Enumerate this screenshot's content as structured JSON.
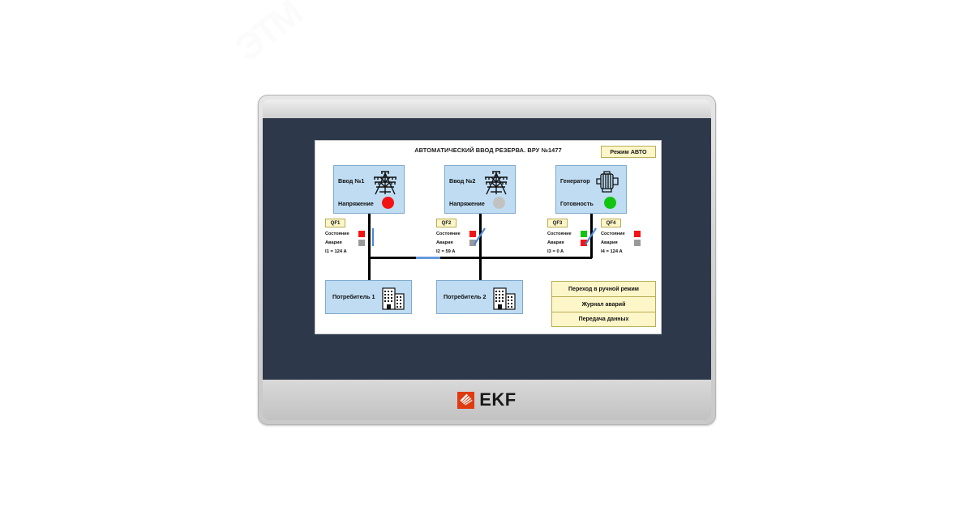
{
  "watermark": {
    "text": "ЭТМ"
  },
  "device": {
    "brand": "EKF",
    "logo_icon": "ekf-logo-icon",
    "logo_color": "#e03a10"
  },
  "hmi": {
    "title": "АВТОМАТИЧЕСКИЙ ВВОД РЕЗЕРВА. ВРУ №1477",
    "mode_button": "Режим АВТО",
    "sources": [
      {
        "id": "input-1",
        "name": "Ввод №1",
        "icon": "power-pylon-icon",
        "param_label": "Напряжение",
        "lamp": "red",
        "lamp_color": "#f21414"
      },
      {
        "id": "input-2",
        "name": "Ввод №2",
        "icon": "power-pylon-icon",
        "param_label": "Напряжение",
        "lamp": "grey",
        "lamp_color": "#c2c2c2"
      },
      {
        "id": "generator",
        "name": "Генератор",
        "icon": "generator-icon",
        "param_label": "Готовность",
        "lamp": "green",
        "lamp_color": "#10c410"
      }
    ],
    "breakers": [
      {
        "tag": "QF1",
        "state_label": "Состояние",
        "state": "red",
        "state_color": "#f21414",
        "fault_label": "Авария",
        "fault": "grey",
        "fault_color": "#9a9a9a",
        "current": "I1 = 124 A",
        "position": "closed"
      },
      {
        "tag": "QF2",
        "state_label": "Состояние",
        "state": "red",
        "state_color": "#f21414",
        "fault_label": "Авария",
        "fault": "grey",
        "fault_color": "#9a9a9a",
        "current": "I2 = 59 A",
        "position": "open"
      },
      {
        "tag": "QF3",
        "state_label": "Состояние",
        "state": "green",
        "state_color": "#10c410",
        "fault_label": "Авария",
        "fault": "red",
        "fault_color": "#f21414",
        "current": "I3 = 0 A",
        "position": "open"
      },
      {
        "tag": "QF4",
        "state_label": "Состояние",
        "state": "red",
        "state_color": "#f21414",
        "fault_label": "Авария",
        "fault": "grey",
        "fault_color": "#9a9a9a",
        "current": "I4 = 124 A",
        "position": "open"
      }
    ],
    "consumers": [
      {
        "id": "consumer-1",
        "name": "Потребитель 1",
        "icon": "buildings-icon"
      },
      {
        "id": "consumer-2",
        "name": "Потребитель 2",
        "icon": "buildings-icon"
      }
    ],
    "actions": [
      {
        "id": "manual-mode",
        "label": "Переход в ручной режим"
      },
      {
        "id": "fault-log",
        "label": "Журнал аварий"
      },
      {
        "id": "data-transfer",
        "label": "Передача данных"
      }
    ],
    "colors": {
      "panel_fill": "#bfdcf2",
      "panel_border": "#7fa9cd",
      "button_fill": "#fdf6c9",
      "button_border": "#b9ad53",
      "bus_line": "#000000",
      "breaker_blue": "#4d86d8",
      "screen_bezel": "#2d384b"
    }
  }
}
